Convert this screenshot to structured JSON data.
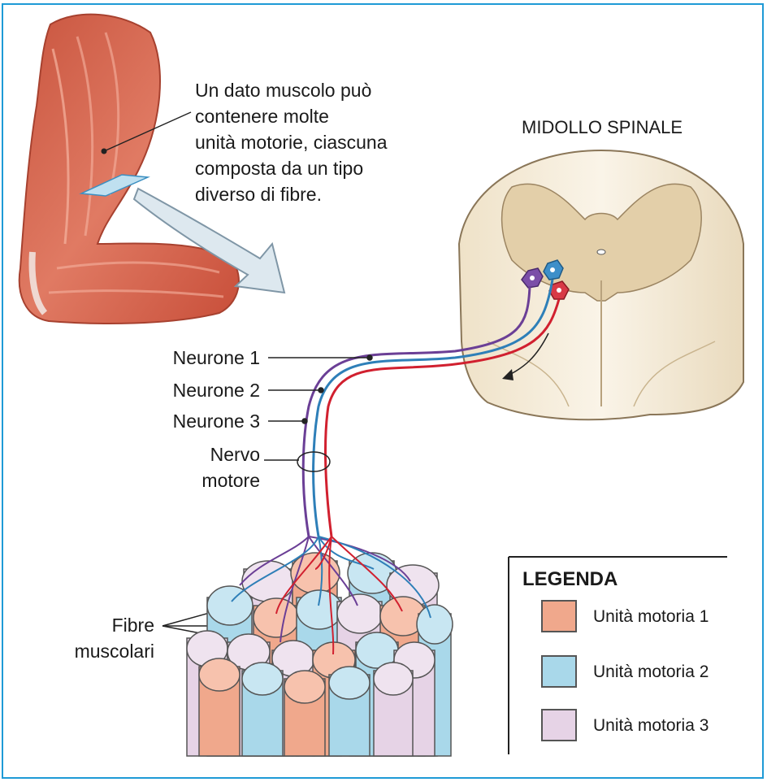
{
  "description": {
    "lines": [
      "Un dato muscolo può",
      "contenere molte",
      "unità motorie, ciascuna",
      "composta da un tipo",
      "diverso di fibre."
    ]
  },
  "spinal_cord_label": "MIDOLLO SPINALE",
  "neuron_labels": [
    "Neurone 1",
    "Neurone 2",
    "Neurone 3"
  ],
  "nerve_label": [
    "Nervo",
    "motore"
  ],
  "fibre_label": [
    "Fibre",
    "muscolari"
  ],
  "legend": {
    "title": "LEGENDA",
    "items": [
      {
        "label": "Unità motoria 1",
        "color": "#f0a88c"
      },
      {
        "label": "Unità motoria 2",
        "color": "#a9d8ea"
      },
      {
        "label": "Unità motoria 3",
        "color": "#e6d3e6"
      }
    ]
  },
  "colors": {
    "neuron1": "#d1202f",
    "neuron2": "#2e7fb8",
    "neuron3": "#6b3f96",
    "frame": "#1e9ad6",
    "muscle": "#d9644f",
    "spinal_white": "#f6efe0",
    "spinal_grey": "#e2cfad"
  }
}
